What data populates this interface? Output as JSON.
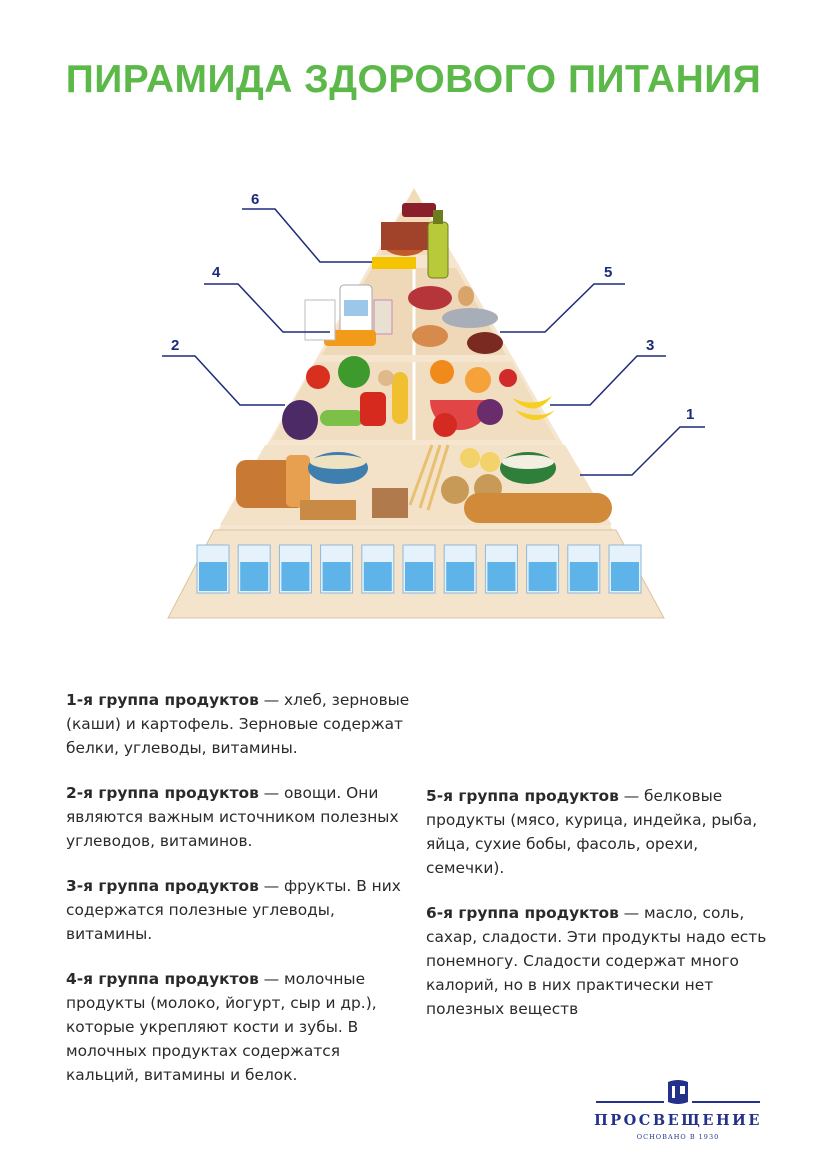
{
  "title": "ПИРАМИДА ЗДОРОВОГО ПИТАНИЯ",
  "pyramid": {
    "labels": [
      "1",
      "2",
      "3",
      "4",
      "5",
      "6"
    ]
  },
  "groups": [
    {
      "head": "1-я группа продуктов",
      "text": " — хлеб, зерновые (каши) и картофель. Зерновые содержат белки, углеводы, витамины."
    },
    {
      "head": "2-я группа продуктов",
      "text": " — овощи. Они являются важным источником полезных углеводов, витаминов."
    },
    {
      "head": "3-я группа продуктов",
      "text": " — фрукты. В них содержатся полезные углеводы, витамины."
    },
    {
      "head": "4-я группа продуктов",
      "text": " — молочные продукты (молоко, йогурт, сыр и др.), которые укрепляют кости и зубы. В молочных продуктах содержатся кальций, витамины и белок."
    },
    {
      "head": "5-я группа продуктов",
      "text": " — белковые продукты (мясо, курица, индейка, рыба, яйца, сухие бобы, фасоль, орехи, семечки)."
    },
    {
      "head": "6-я группа продуктов",
      "text": " — масло, соль, сахар, сладости. Эти продукты надо есть понемногу. Сладости содержат много калорий, но в них практически нет полезных веществ"
    }
  ],
  "logo": {
    "name": "ПРОСВЕЩЕНИЕ",
    "sub": "ОСНОВАНО В 1930"
  }
}
